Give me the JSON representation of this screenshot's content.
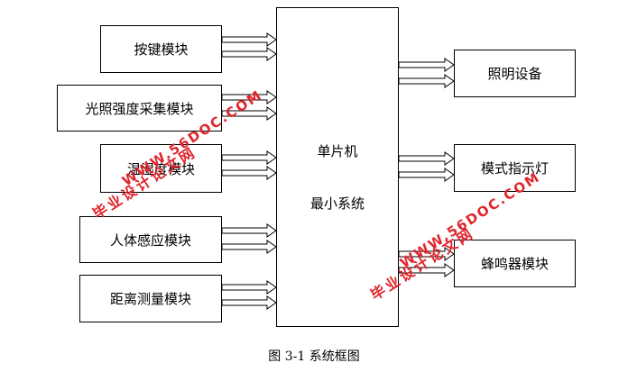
{
  "inputs": [
    {
      "label": "按键模块"
    },
    {
      "label": "光照强度采集模块"
    },
    {
      "label": "温湿度模块"
    },
    {
      "label": "人体感应模块"
    },
    {
      "label": "距离测量模块"
    }
  ],
  "mcu": {
    "line1": "单片机",
    "line2": "最小系统"
  },
  "outputs": [
    {
      "label": "照明设备"
    },
    {
      "label": "模式指示灯"
    },
    {
      "label": "蜂鸣器模块"
    }
  ],
  "caption": "图 3-1  系统框图",
  "watermarks": {
    "site": "WWW.56DOC.COM",
    "name": "毕业设计论文网",
    "color": "#e0242c"
  }
}
